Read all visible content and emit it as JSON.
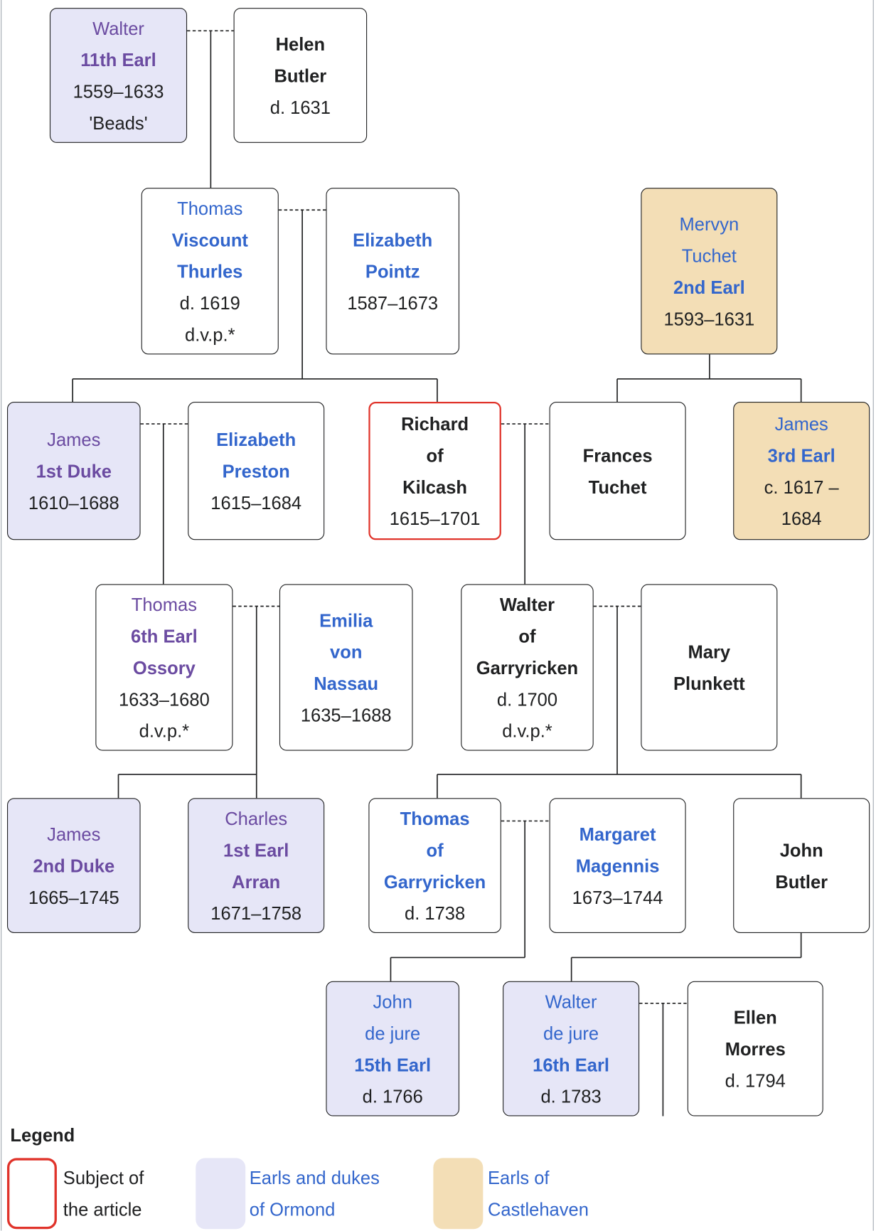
{
  "persons": [
    {
      "id": "walter-11th-earl",
      "type": "ormond",
      "lines": [
        [
          "Walter",
          "visited"
        ],
        [
          "11th Earl",
          "visited-bold"
        ],
        [
          "1559–1633",
          "plain"
        ],
        [
          "'Beads'",
          "plain"
        ]
      ]
    },
    {
      "id": "helen-butler",
      "type": "plain",
      "lines": [
        [
          "Helen",
          "bold"
        ],
        [
          "Butler",
          "bold"
        ],
        [
          "d. 1631",
          "plain"
        ]
      ]
    },
    {
      "id": "thomas-viscount-thurles",
      "type": "plain",
      "lines": [
        [
          "Thomas",
          "link"
        ],
        [
          "Viscount",
          "link-bold"
        ],
        [
          "Thurles",
          "link-bold"
        ],
        [
          "d. 1619",
          "plain"
        ],
        [
          "d.v.p.*",
          "plain"
        ]
      ]
    },
    {
      "id": "elizabeth-pointz",
      "type": "plain",
      "lines": [
        [
          "Elizabeth",
          "link-bold"
        ],
        [
          "Pointz",
          "link-bold"
        ],
        [
          "1587–1673",
          "plain"
        ]
      ]
    },
    {
      "id": "mervyn-tuchet",
      "type": "castle",
      "lines": [
        [
          "Mervyn",
          "link"
        ],
        [
          "Tuchet",
          "link"
        ],
        [
          "2nd Earl",
          "link-bold"
        ],
        [
          "1593–1631",
          "plain"
        ]
      ]
    },
    {
      "id": "james-1st-duke",
      "type": "ormond",
      "lines": [
        [
          "James",
          "visited"
        ],
        [
          "1st Duke",
          "visited-bold"
        ],
        [
          "1610–1688",
          "plain"
        ]
      ]
    },
    {
      "id": "elizabeth-preston",
      "type": "plain",
      "lines": [
        [
          "Elizabeth",
          "link-bold"
        ],
        [
          "Preston",
          "link-bold"
        ],
        [
          "1615–1684",
          "plain"
        ]
      ]
    },
    {
      "id": "richard-of-kilcash",
      "type": "subject",
      "lines": [
        [
          "Richard",
          "bold"
        ],
        [
          "of",
          "bold"
        ],
        [
          "Kilcash",
          "bold"
        ],
        [
          "1615–1701",
          "plain"
        ]
      ]
    },
    {
      "id": "frances-tuchet",
      "type": "plain",
      "lines": [
        [
          "Frances",
          "bold"
        ],
        [
          "Tuchet",
          "bold"
        ]
      ]
    },
    {
      "id": "james-3rd-earl",
      "type": "castle",
      "lines": [
        [
          "James",
          "link"
        ],
        [
          "3rd Earl",
          "link-bold"
        ],
        [
          "c. 1617 –",
          "plain"
        ],
        [
          "1684",
          "plain"
        ]
      ]
    },
    {
      "id": "thomas-6th-earl-ossory",
      "type": "plain",
      "lines": [
        [
          "Thomas",
          "visited"
        ],
        [
          "6th Earl",
          "visited-bold"
        ],
        [
          "Ossory",
          "visited-bold"
        ],
        [
          "1633–1680",
          "plain"
        ],
        [
          "d.v.p.*",
          "plain"
        ]
      ]
    },
    {
      "id": "emilia-von-nassau",
      "type": "plain",
      "lines": [
        [
          "Emilia",
          "link-bold"
        ],
        [
          "von",
          "link-bold"
        ],
        [
          "Nassau",
          "link-bold"
        ],
        [
          "1635–1688",
          "plain"
        ]
      ]
    },
    {
      "id": "walter-of-garryricken",
      "type": "plain",
      "lines": [
        [
          "Walter",
          "bold"
        ],
        [
          "of",
          "bold"
        ],
        [
          "Garryricken",
          "bold"
        ],
        [
          "d. 1700",
          "plain"
        ],
        [
          "d.v.p.*",
          "plain"
        ]
      ]
    },
    {
      "id": "mary-plunkett",
      "type": "plain",
      "lines": [
        [
          "Mary",
          "bold"
        ],
        [
          "Plunkett",
          "bold"
        ]
      ]
    },
    {
      "id": "james-2nd-duke",
      "type": "ormond",
      "lines": [
        [
          "James",
          "visited"
        ],
        [
          "2nd Duke",
          "visited-bold"
        ],
        [
          "1665–1745",
          "plain"
        ]
      ]
    },
    {
      "id": "charles-1st-earl-arran",
      "type": "ormond",
      "lines": [
        [
          "Charles",
          "visited"
        ],
        [
          "1st Earl",
          "visited-bold"
        ],
        [
          "Arran",
          "visited-bold"
        ],
        [
          "1671–1758",
          "plain"
        ]
      ]
    },
    {
      "id": "thomas-of-garryricken",
      "type": "plain",
      "lines": [
        [
          "Thomas",
          "link-bold"
        ],
        [
          "of",
          "link-bold"
        ],
        [
          "Garryricken",
          "link-bold"
        ],
        [
          "d. 1738",
          "plain"
        ]
      ]
    },
    {
      "id": "margaret-magennis",
      "type": "plain",
      "lines": [
        [
          "Margaret",
          "link-bold"
        ],
        [
          "Magennis",
          "link-bold"
        ],
        [
          "1673–1744",
          "plain"
        ]
      ]
    },
    {
      "id": "john-butler",
      "type": "plain",
      "lines": [
        [
          "John",
          "bold"
        ],
        [
          "Butler",
          "bold"
        ]
      ]
    },
    {
      "id": "john-15th-earl",
      "type": "ormond",
      "lines": [
        [
          "John",
          "link"
        ],
        [
          "de jure",
          "link"
        ],
        [
          "15th Earl",
          "link-bold"
        ],
        [
          "d. 1766",
          "plain"
        ]
      ]
    },
    {
      "id": "walter-16th-earl",
      "type": "ormond",
      "lines": [
        [
          "Walter",
          "link"
        ],
        [
          "de jure",
          "link"
        ],
        [
          "16th Earl",
          "link-bold"
        ],
        [
          "d. 1783",
          "plain"
        ]
      ]
    },
    {
      "id": "ellen-morres",
      "type": "plain",
      "lines": [
        [
          "Ellen",
          "bold"
        ],
        [
          "Morres",
          "bold"
        ],
        [
          "d. 1794",
          "plain"
        ]
      ]
    }
  ],
  "legend": {
    "title": "Legend",
    "subject": [
      "Subject of",
      "the article"
    ],
    "ormond": [
      "Earls and dukes",
      "of Ormond"
    ],
    "castlehaven": [
      "Earls of",
      "Castlehaven"
    ]
  },
  "colors": {
    "ormond": "#e6e6f7",
    "castlehaven": "#f3deb6",
    "subject": "#e0332a",
    "link": "#3366cc",
    "visited": "#6b4ba1"
  }
}
